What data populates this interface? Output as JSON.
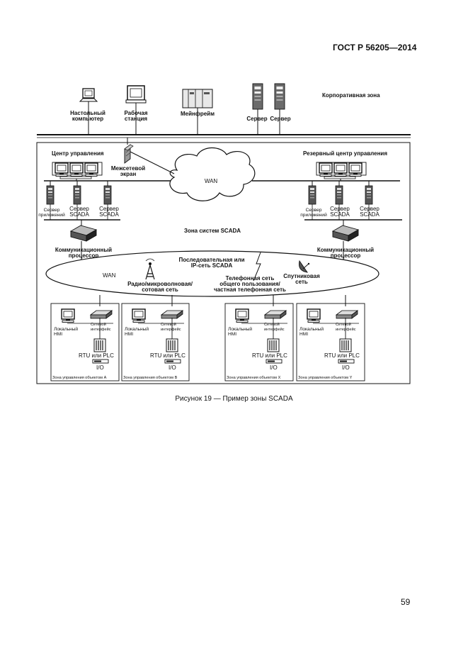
{
  "page": {
    "header": "ГОСТ Р 56205—2014",
    "caption": "Рисунок 19 — Пример зоны SCADA",
    "page_number": "59"
  },
  "corporate": {
    "zone_label": "Корпоративная зона",
    "desktop": [
      "Настольный",
      "компьютер"
    ],
    "workstation": [
      "Рабочая",
      "станция"
    ],
    "mainframe": "Мейнфрейм",
    "server1": "Сервер",
    "server2": "Сервер"
  },
  "control": {
    "center": "Центр управления",
    "backup_center": "Резервный центр управления",
    "firewall": [
      "Межсетевой",
      "экран"
    ],
    "wan_top": "WAN",
    "app_server": [
      "Сервер",
      "приложений"
    ],
    "scada_server": [
      "Сервер",
      "SCADA"
    ],
    "scada_zone": "Зона систем SCADA",
    "comm_processor": [
      "Коммуникационный",
      "процессор"
    ]
  },
  "network": {
    "wan": "WAN",
    "serial_ip": [
      "Последовательная или",
      "IP-сеть SCADA"
    ],
    "radio": [
      "Радио/микроволновая/",
      "сотовая сеть"
    ],
    "phone": [
      "Телефонная сеть",
      "общего пользования/",
      "частная телефонная сеть"
    ],
    "satellite": [
      "Спутниковая",
      "сеть"
    ]
  },
  "site": {
    "local_hmi": [
      "Локальный",
      "HMI"
    ],
    "net_interface": [
      "Сетевой",
      "интерфейс"
    ],
    "rtu_plc": "RTU или PLC",
    "io": "I/O",
    "zones": [
      "Зона управления объектом A",
      "Зона управления объектом B",
      "Зона управления объектом X",
      "Зона управления объектом Y"
    ]
  }
}
